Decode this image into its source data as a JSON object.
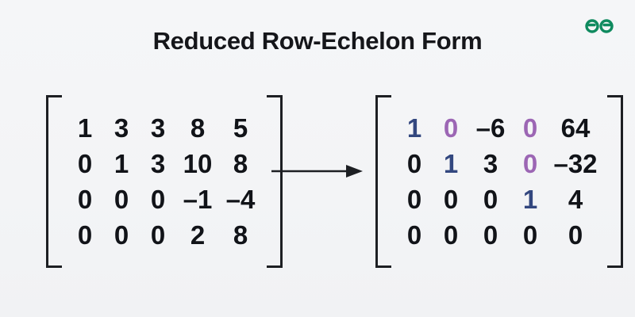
{
  "title": "Reduced Row-Echelon Form",
  "logo": {
    "name": "geeksforgeeks-logo",
    "color": "#0f8a5f"
  },
  "colors": {
    "background": "#f4f5f7",
    "text": "#15161a",
    "digit_black": "#111318",
    "pivot_blue": "#33477f",
    "zero_purple": "#9c66b4",
    "bracket": "#1d1f23",
    "arrow": "#1d1f23"
  },
  "arrow": {
    "name": "right-arrow",
    "direction": "right"
  },
  "matrices": [
    {
      "id": "matrix-left",
      "label": "input-matrix",
      "rows": [
        [
          {
            "v": "1",
            "c": "black"
          },
          {
            "v": "3",
            "c": "black"
          },
          {
            "v": "3",
            "c": "black"
          },
          {
            "v": "8",
            "c": "black"
          },
          {
            "v": "5",
            "c": "black"
          }
        ],
        [
          {
            "v": "0",
            "c": "black"
          },
          {
            "v": "1",
            "c": "black"
          },
          {
            "v": "3",
            "c": "black"
          },
          {
            "v": "10",
            "c": "black"
          },
          {
            "v": "8",
            "c": "black"
          }
        ],
        [
          {
            "v": "0",
            "c": "black"
          },
          {
            "v": "0",
            "c": "black"
          },
          {
            "v": "0",
            "c": "black"
          },
          {
            "v": "–1",
            "c": "black"
          },
          {
            "v": "–4",
            "c": "black"
          }
        ],
        [
          {
            "v": "0",
            "c": "black"
          },
          {
            "v": "0",
            "c": "black"
          },
          {
            "v": "0",
            "c": "black"
          },
          {
            "v": "2",
            "c": "black"
          },
          {
            "v": "8",
            "c": "black"
          }
        ]
      ]
    },
    {
      "id": "matrix-right",
      "label": "rref-matrix",
      "rows": [
        [
          {
            "v": "1",
            "c": "blue"
          },
          {
            "v": "0",
            "c": "purple"
          },
          {
            "v": "–6",
            "c": "black"
          },
          {
            "v": "0",
            "c": "purple"
          },
          {
            "v": "64",
            "c": "black"
          }
        ],
        [
          {
            "v": "0",
            "c": "black"
          },
          {
            "v": "1",
            "c": "blue"
          },
          {
            "v": "3",
            "c": "black"
          },
          {
            "v": "0",
            "c": "purple"
          },
          {
            "v": "–32",
            "c": "black"
          }
        ],
        [
          {
            "v": "0",
            "c": "black"
          },
          {
            "v": "0",
            "c": "black"
          },
          {
            "v": "0",
            "c": "black"
          },
          {
            "v": "1",
            "c": "blue"
          },
          {
            "v": "4",
            "c": "black"
          }
        ],
        [
          {
            "v": "0",
            "c": "black"
          },
          {
            "v": "0",
            "c": "black"
          },
          {
            "v": "0",
            "c": "black"
          },
          {
            "v": "0",
            "c": "black"
          },
          {
            "v": "0",
            "c": "black"
          }
        ]
      ]
    }
  ]
}
